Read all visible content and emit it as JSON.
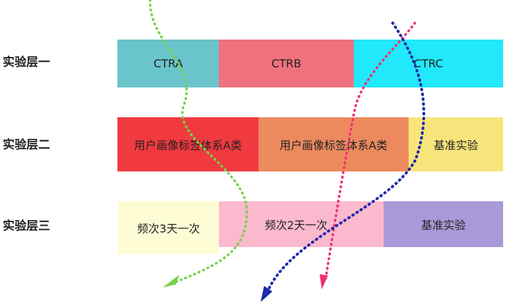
{
  "layers": [
    {
      "label": "实验层一",
      "segments": [
        {
          "text": "CTRA",
          "color": "#6ac4cb"
        },
        {
          "text": "CTRB",
          "color": "#f0717d"
        },
        {
          "text": "CTRC",
          "color": "#21e8fa"
        }
      ]
    },
    {
      "label": "实验层二",
      "segments": [
        {
          "text": "用户画像标签体系A类",
          "color": "#f03a3f"
        },
        {
          "text": "用户画像标签体系A类",
          "color": "#ec8a5e"
        },
        {
          "text": "基准实验",
          "color": "#f7e57c"
        }
      ]
    },
    {
      "label": "实验层三",
      "segments": [
        {
          "text": "频次3天一次",
          "color": "#fefcd4"
        },
        {
          "text": "频次2天一次",
          "color": "#fbb9ce"
        },
        {
          "text": "基准实验",
          "color": "#a999d8"
        }
      ]
    }
  ],
  "flows": [
    {
      "color": "#77d14b"
    },
    {
      "color": "#ef2f73"
    },
    {
      "color": "#1e2baa"
    }
  ]
}
